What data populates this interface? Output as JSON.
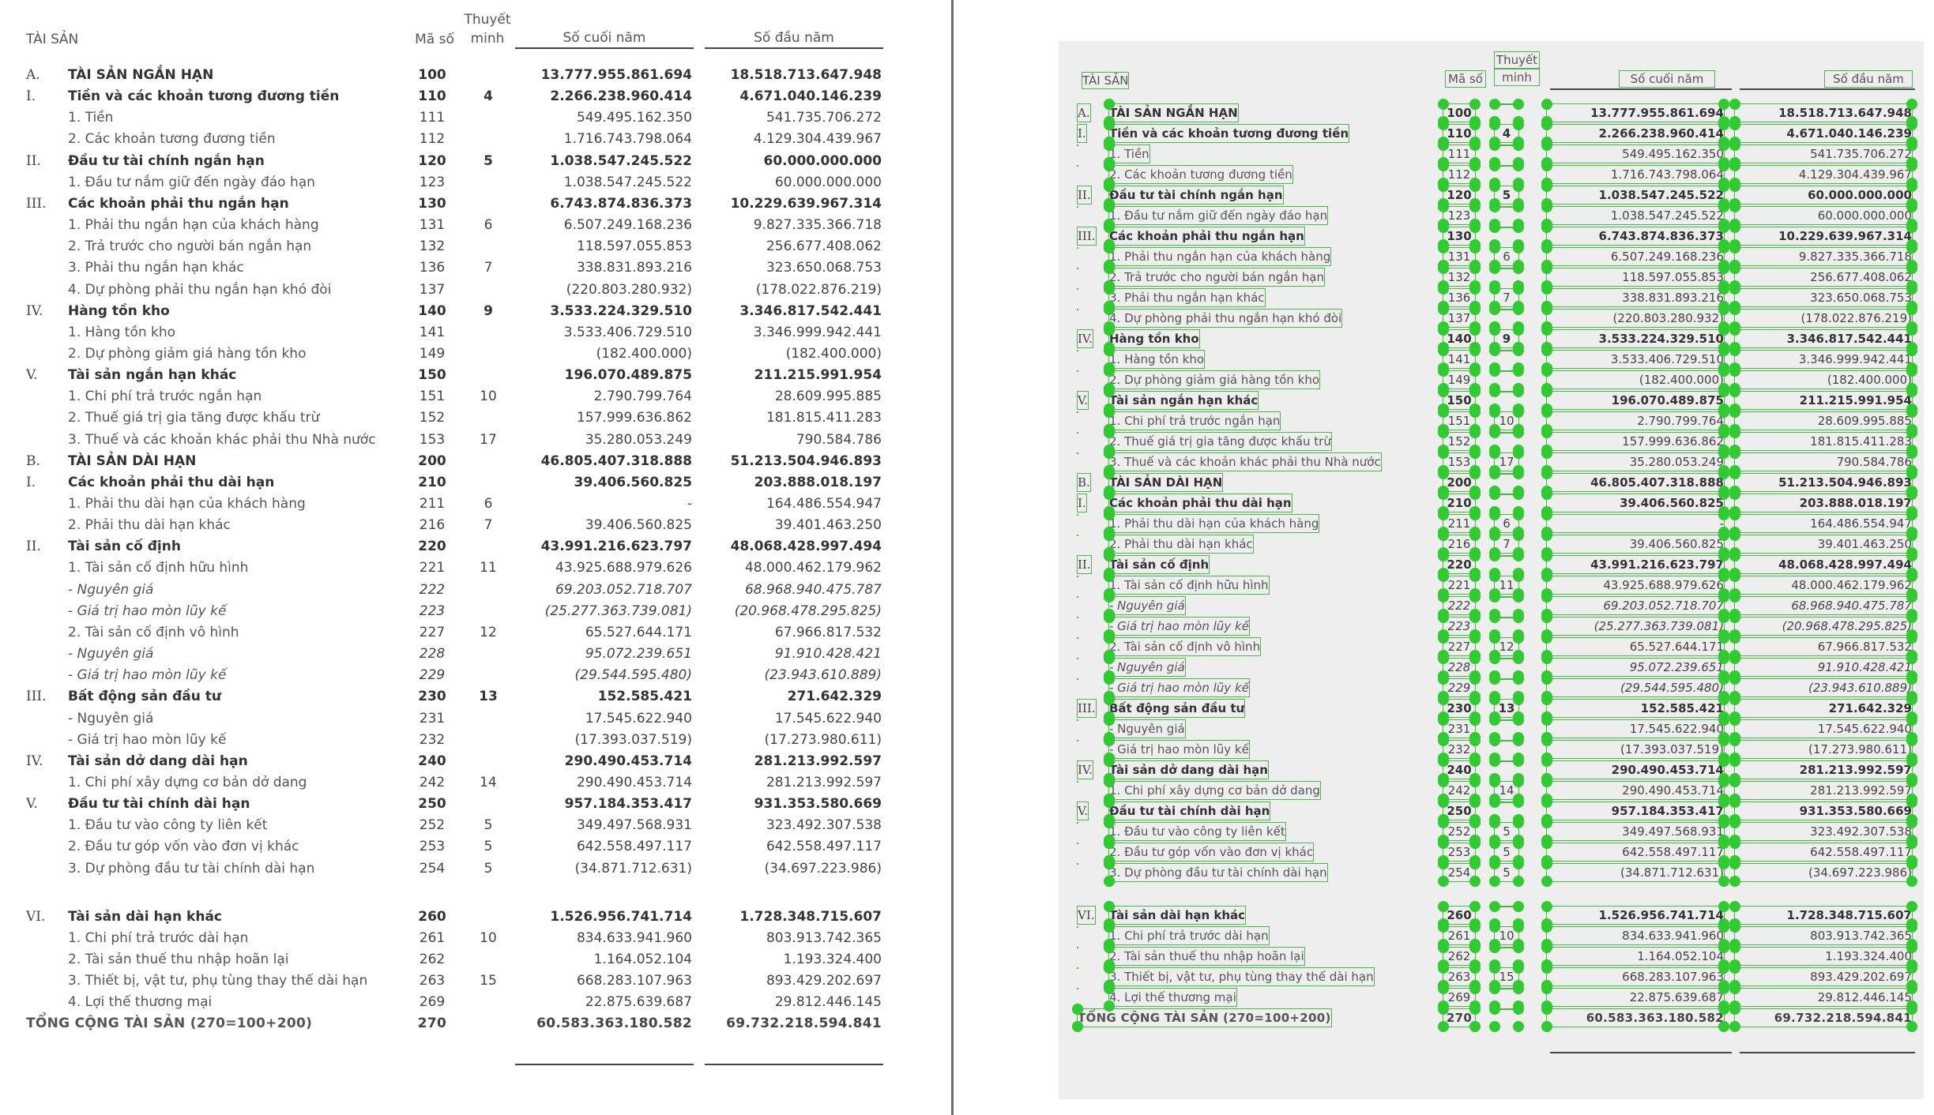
{
  "header": {
    "assets": "TÀI SẢN",
    "code": "Mã số",
    "note_line1": "Thuyết",
    "note_line2": "minh",
    "end_of_year": "Số cuối năm",
    "beginning_of_year": "Số đầu năm"
  },
  "rows": [
    {
      "idx": "A.",
      "label": "TÀI SẢN NGẮN HẠN",
      "code": "100",
      "note": "",
      "end": "13.777.955.861.694",
      "begin": "18.518.713.647.948",
      "style": "bold"
    },
    {
      "idx": "I.",
      "label": "Tiền và các khoản tương đương tiền",
      "code": "110",
      "note": "4",
      "end": "2.266.238.960.414",
      "begin": "4.671.040.146.239",
      "style": "bold"
    },
    {
      "idx": "",
      "label": "1. Tiền",
      "code": "111",
      "note": "",
      "end": "549.495.162.350",
      "begin": "541.735.706.272",
      "style": ""
    },
    {
      "idx": "",
      "label": "2. Các khoản tương đương tiền",
      "code": "112",
      "note": "",
      "end": "1.716.743.798.064",
      "begin": "4.129.304.439.967",
      "style": ""
    },
    {
      "idx": "II.",
      "label": "Đầu tư tài chính ngắn hạn",
      "code": "120",
      "note": "5",
      "end": "1.038.547.245.522",
      "begin": "60.000.000.000",
      "style": "bold"
    },
    {
      "idx": "",
      "label": "1. Đầu tư nắm giữ đến ngày đáo hạn",
      "code": "123",
      "note": "",
      "end": "1.038.547.245.522",
      "begin": "60.000.000.000",
      "style": ""
    },
    {
      "idx": "III.",
      "label": "Các khoản phải thu ngắn hạn",
      "code": "130",
      "note": "",
      "end": "6.743.874.836.373",
      "begin": "10.229.639.967.314",
      "style": "bold"
    },
    {
      "idx": "",
      "label": "1. Phải thu ngắn hạn của khách hàng",
      "code": "131",
      "note": "6",
      "end": "6.507.249.168.236",
      "begin": "9.827.335.366.718",
      "style": ""
    },
    {
      "idx": "",
      "label": "2. Trả trước cho người bán ngắn hạn",
      "code": "132",
      "note": "",
      "end": "118.597.055.853",
      "begin": "256.677.408.062",
      "style": ""
    },
    {
      "idx": "",
      "label": "3. Phải thu ngắn hạn khác",
      "code": "136",
      "note": "7",
      "end": "338.831.893.216",
      "begin": "323.650.068.753",
      "style": ""
    },
    {
      "idx": "",
      "label": "4. Dự phòng phải thu ngắn hạn khó đòi",
      "code": "137",
      "note": "",
      "end": "(220.803.280.932)",
      "begin": "(178.022.876.219)",
      "style": ""
    },
    {
      "idx": "IV.",
      "label": "Hàng tồn kho",
      "code": "140",
      "note": "9",
      "end": "3.533.224.329.510",
      "begin": "3.346.817.542.441",
      "style": "bold"
    },
    {
      "idx": "",
      "label": "1. Hàng tồn kho",
      "code": "141",
      "note": "",
      "end": "3.533.406.729.510",
      "begin": "3.346.999.942.441",
      "style": ""
    },
    {
      "idx": "",
      "label": "2. Dự phòng giảm giá hàng tồn kho",
      "code": "149",
      "note": "",
      "end": "(182.400.000)",
      "begin": "(182.400.000)",
      "style": ""
    },
    {
      "idx": "V.",
      "label": "Tài sản ngắn hạn khác",
      "code": "150",
      "note": "",
      "end": "196.070.489.875",
      "begin": "211.215.991.954",
      "style": "bold"
    },
    {
      "idx": "",
      "label": "1. Chi phí trả trước ngắn hạn",
      "code": "151",
      "note": "10",
      "end": "2.790.799.764",
      "begin": "28.609.995.885",
      "style": ""
    },
    {
      "idx": "",
      "label": "2. Thuế giá trị gia tăng được khấu trừ",
      "code": "152",
      "note": "",
      "end": "157.999.636.862",
      "begin": "181.815.411.283",
      "style": ""
    },
    {
      "idx": "",
      "label": "3. Thuế và các khoản khác phải thu Nhà nước",
      "code": "153",
      "note": "17",
      "end": "35.280.053.249",
      "begin": "790.584.786",
      "style": ""
    },
    {
      "idx": "B.",
      "label": "TÀI SẢN DÀI HẠN",
      "code": "200",
      "note": "",
      "end": "46.805.407.318.888",
      "begin": "51.213.504.946.893",
      "style": "bold"
    },
    {
      "idx": "I.",
      "label": "Các khoản phải thu dài hạn",
      "code": "210",
      "note": "",
      "end": "39.406.560.825",
      "begin": "203.888.018.197",
      "style": "bold"
    },
    {
      "idx": "",
      "label": "1. Phải thu dài hạn của khách hàng",
      "code": "211",
      "note": "6",
      "end": "-",
      "begin": "164.486.554.947",
      "style": ""
    },
    {
      "idx": "",
      "label": "2. Phải thu dài hạn khác",
      "code": "216",
      "note": "7",
      "end": "39.406.560.825",
      "begin": "39.401.463.250",
      "style": ""
    },
    {
      "idx": "II.",
      "label": "Tài sản cố định",
      "code": "220",
      "note": "",
      "end": "43.991.216.623.797",
      "begin": "48.068.428.997.494",
      "style": "bold"
    },
    {
      "idx": "",
      "label": "1. Tài sản cố định hữu hình",
      "code": "221",
      "note": "11",
      "end": "43.925.688.979.626",
      "begin": "48.000.462.179.962",
      "style": ""
    },
    {
      "idx": "",
      "label": "- Nguyên giá",
      "code": "222",
      "note": "",
      "end": "69.203.052.718.707",
      "begin": "68.968.940.475.787",
      "style": "it"
    },
    {
      "idx": "",
      "label": "- Giá trị hao mòn lũy kế",
      "code": "223",
      "note": "",
      "end": "(25.277.363.739.081)",
      "begin": "(20.968.478.295.825)",
      "style": "it"
    },
    {
      "idx": "",
      "label": "2. Tài sản cố định vô hình",
      "code": "227",
      "note": "12",
      "end": "65.527.644.171",
      "begin": "67.966.817.532",
      "style": ""
    },
    {
      "idx": "",
      "label": "- Nguyên giá",
      "code": "228",
      "note": "",
      "end": "95.072.239.651",
      "begin": "91.910.428.421",
      "style": "it"
    },
    {
      "idx": "",
      "label": "- Giá trị hao mòn lũy kế",
      "code": "229",
      "note": "",
      "end": "(29.544.595.480)",
      "begin": "(23.943.610.889)",
      "style": "it"
    },
    {
      "idx": "III.",
      "label": "Bất động sản đầu tư",
      "code": "230",
      "note": "13",
      "end": "152.585.421",
      "begin": "271.642.329",
      "style": "bold"
    },
    {
      "idx": "",
      "label": "- Nguyên giá",
      "code": "231",
      "note": "",
      "end": "17.545.622.940",
      "begin": "17.545.622.940",
      "style": ""
    },
    {
      "idx": "",
      "label": "- Giá trị hao mòn lũy kế",
      "code": "232",
      "note": "",
      "end": "(17.393.037.519)",
      "begin": "(17.273.980.611)",
      "style": ""
    },
    {
      "idx": "IV.",
      "label": "Tài sản dở dang dài hạn",
      "code": "240",
      "note": "",
      "end": "290.490.453.714",
      "begin": "281.213.992.597",
      "style": "bold"
    },
    {
      "idx": "",
      "label": "1. Chi phí xây dựng cơ bản dở dang",
      "code": "242",
      "note": "14",
      "end": "290.490.453.714",
      "begin": "281.213.992.597",
      "style": ""
    },
    {
      "idx": "V.",
      "label": "Đầu tư tài chính dài hạn",
      "code": "250",
      "note": "",
      "end": "957.184.353.417",
      "begin": "931.353.580.669",
      "style": "bold"
    },
    {
      "idx": "",
      "label": "1. Đầu tư vào công ty liên kết",
      "code": "252",
      "note": "5",
      "end": "349.497.568.931",
      "begin": "323.492.307.538",
      "style": ""
    },
    {
      "idx": "",
      "label": "2. Đầu tư góp vốn vào đơn vị khác",
      "code": "253",
      "note": "5",
      "end": "642.558.497.117",
      "begin": "642.558.497.117",
      "style": ""
    },
    {
      "idx": "",
      "label": "3. Dự phòng đầu tư tài chính dài hạn",
      "code": "254",
      "note": "5",
      "end": "(34.871.712.631)",
      "begin": "(34.697.223.986)",
      "style": ""
    },
    {
      "idx": "VI.",
      "label": "Tài sản dài hạn khác",
      "code": "260",
      "note": "",
      "end": "1.526.956.741.714",
      "begin": "1.728.348.715.607",
      "style": "bold"
    },
    {
      "idx": "",
      "label": "1. Chi phí trả trước dài hạn",
      "code": "261",
      "note": "10",
      "end": "834.633.941.960",
      "begin": "803.913.742.365",
      "style": ""
    },
    {
      "idx": "",
      "label": "2. Tài sản thuế thu nhập hoãn lại",
      "code": "262",
      "note": "",
      "end": "1.164.052.104",
      "begin": "1.193.324.400",
      "style": ""
    },
    {
      "idx": "",
      "label": "3. Thiết bị, vật tư, phụ tùng thay thế dài hạn",
      "code": "263",
      "note": "15",
      "end": "668.283.107.963",
      "begin": "893.429.202.697",
      "style": ""
    },
    {
      "idx": "",
      "label": "4. Lợi thế thương mại",
      "code": "269",
      "note": "",
      "end": "22.875.639.687",
      "begin": "29.812.446.145",
      "style": ""
    },
    {
      "idx": "",
      "label": "TỔNG CỘNG TÀI SẢN (270=100+200)",
      "code": "270",
      "note": "",
      "end": "60.583.363.180.582",
      "begin": "69.732.218.594.841",
      "style": "total"
    }
  ],
  "colors": {
    "annotation_box": "#49b845",
    "annotation_dot": "#2ecc2e",
    "divider": "#6d6d6d"
  }
}
